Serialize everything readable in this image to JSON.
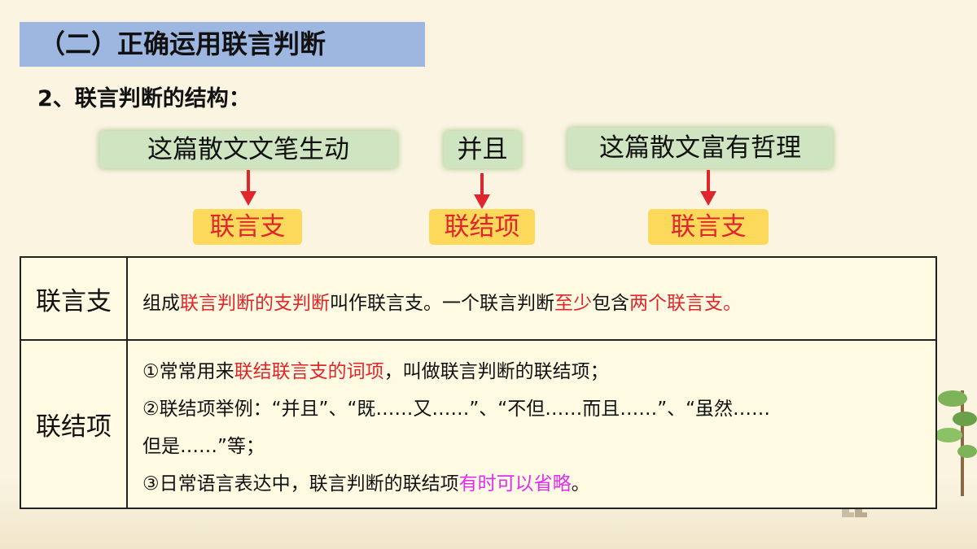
{
  "slide": {
    "section_title": "（二）正确运用联言判断",
    "subtitle": "2、联言判断的结构："
  },
  "diagram": {
    "boxes": [
      {
        "text": "这篇散文文笔生动",
        "label": "联言支"
      },
      {
        "text": "并且",
        "label": "联结项"
      },
      {
        "text": "这篇散文富有哲理",
        "label": "联言支"
      }
    ]
  },
  "table": {
    "rows": [
      {
        "head": "联言支",
        "lines": [
          {
            "parts": [
              {
                "text": "组成",
                "style": "normal"
              },
              {
                "text": "联言判断的支判断",
                "style": "red"
              },
              {
                "text": "叫作联言支。一个联言判断",
                "style": "normal"
              },
              {
                "text": "至少",
                "style": "red"
              },
              {
                "text": "包含",
                "style": "normal"
              },
              {
                "text": "两个联言支。",
                "style": "red"
              }
            ]
          }
        ]
      },
      {
        "head": "联结项",
        "lines": [
          {
            "parts": [
              {
                "text": "①常常用来",
                "style": "normal"
              },
              {
                "text": "联结联言支的词项",
                "style": "red"
              },
              {
                "text": "，叫做联言判断的联结项；",
                "style": "normal"
              }
            ]
          },
          {
            "parts": [
              {
                "text": "②联结项举例：“并且”、“既……又……”、“不但……而且……”、“虽然……",
                "style": "normal"
              }
            ]
          },
          {
            "parts": [
              {
                "text": "但是……”等；",
                "style": "normal"
              }
            ]
          },
          {
            "parts": [
              {
                "text": "③日常语言表达中，联言判断的联结项",
                "style": "normal"
              },
              {
                "text": "有时可以省略",
                "style": "magenta"
              },
              {
                "text": "。",
                "style": "normal"
              }
            ]
          }
        ]
      }
    ]
  },
  "colors": {
    "title_bar": "#9eb7e1",
    "green_box": "#cfe4c0",
    "yellow_box": "#fdd95b",
    "red_text": "#e0262c",
    "magenta_text": "#e12df0",
    "arrow": "#e0262c"
  }
}
